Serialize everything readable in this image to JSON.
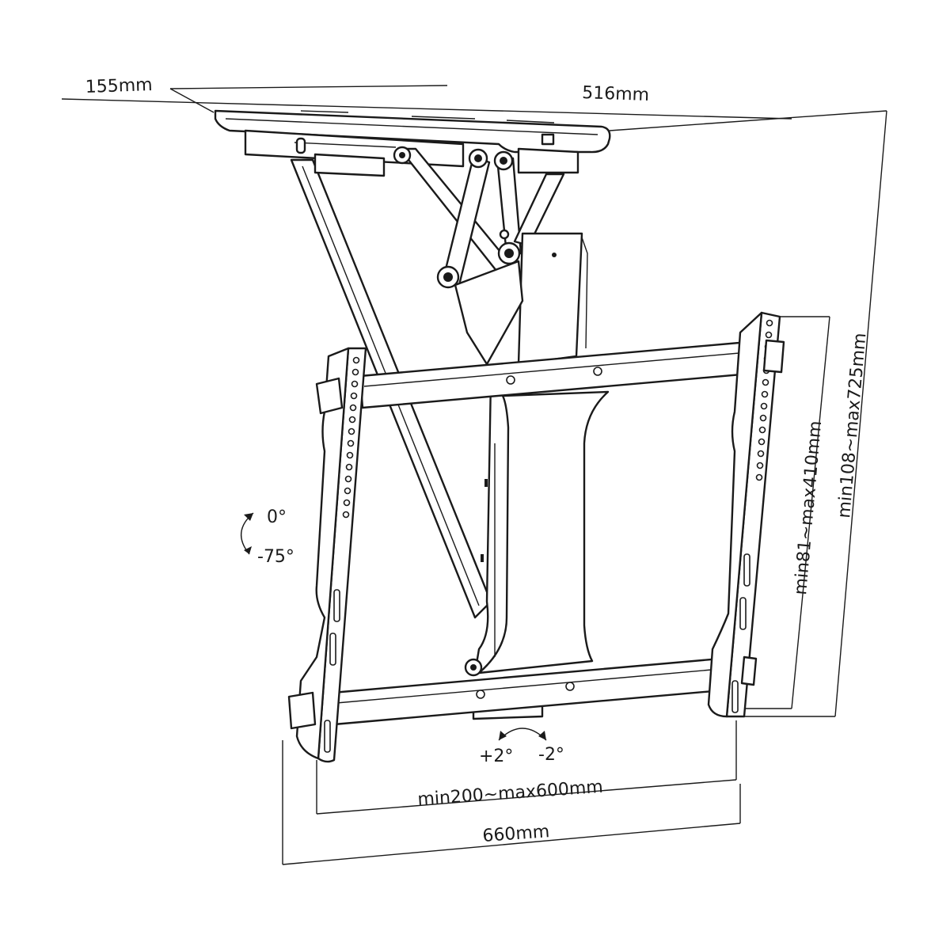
{
  "dimensions": {
    "depth": "155mm",
    "plate_width": "516mm",
    "vertical_range": "min108~max725mm",
    "vesa_height": "min81~max410mm",
    "vesa_width": "min200~max600mm",
    "overall_width": "660mm"
  },
  "angles": {
    "tilt_top": "0°",
    "tilt_bottom": "-75°",
    "swivel_left": "+2°",
    "swivel_right": "-2°"
  }
}
